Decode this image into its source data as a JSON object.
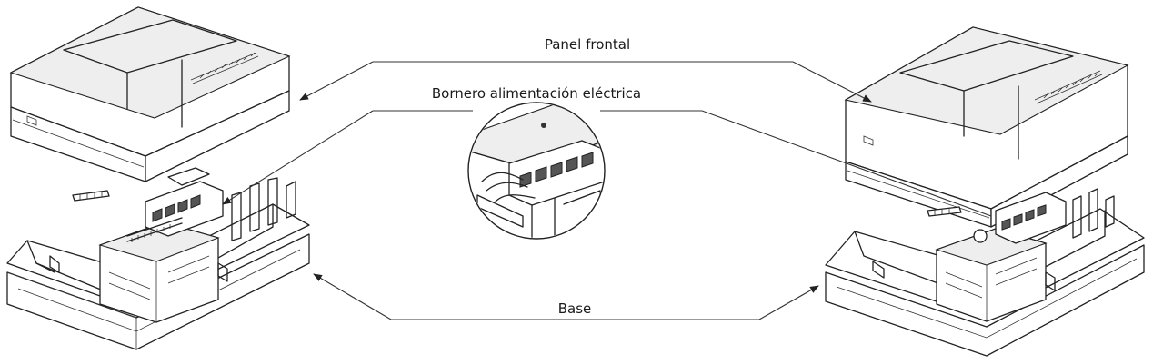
{
  "labels": {
    "front_panel": "Panel frontal",
    "terminal_block": "Bornero alimentación eléctrica",
    "base": "Base"
  }
}
